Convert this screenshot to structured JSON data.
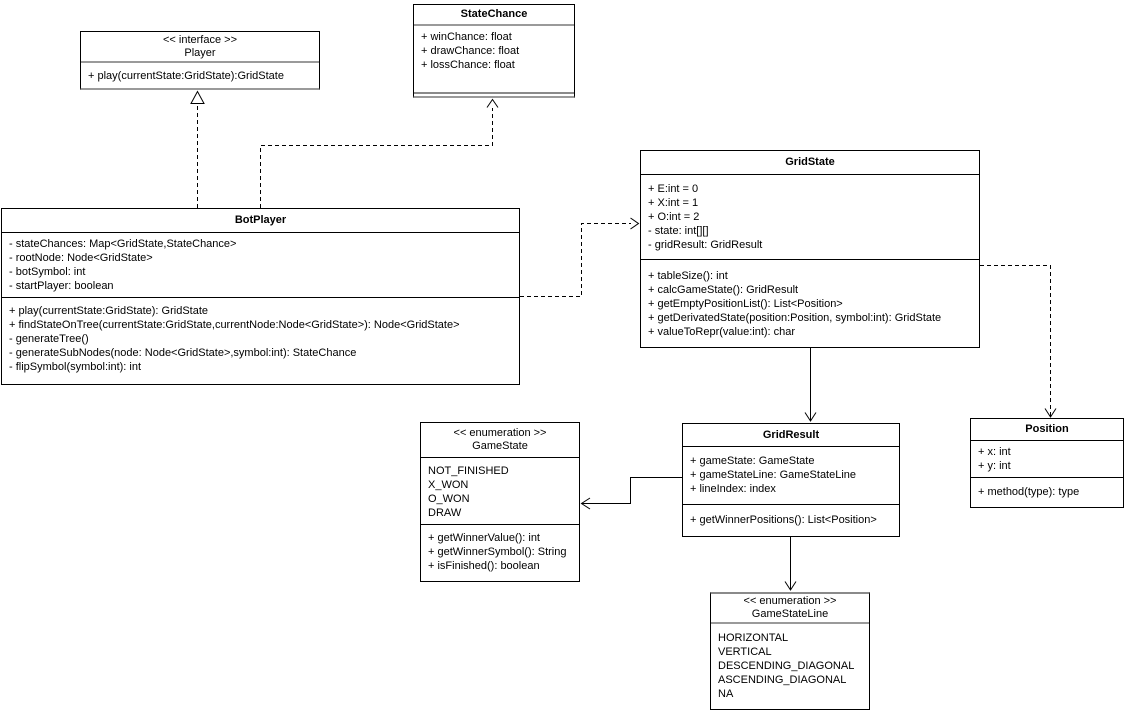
{
  "canvas": {
    "background": "#ffffff",
    "line_color": "#000000",
    "separator_color": "#9a9a9a"
  },
  "classes": {
    "player": {
      "stereotype": "<< interface >>",
      "name": "Player",
      "attributes": [],
      "methods": [
        "+ play(currentState:GridState):GridState"
      ]
    },
    "statechance": {
      "name": "StateChance",
      "attributes": [
        "+ winChance: float",
        "+ drawChance: float",
        "+ lossChance: float"
      ],
      "methods": []
    },
    "botplayer": {
      "name": "BotPlayer",
      "attributes": [
        "- stateChances: Map<GridState,StateChance>",
        "- rootNode: Node<GridState>",
        "- botSymbol: int",
        "- startPlayer: boolean"
      ],
      "methods": [
        "+ play(currentState:GridState): GridState",
        "+ findStateOnTree(currentState:GridState,currentNode:Node<GridState>): Node<GridState>",
        "- generateTree()",
        "- generateSubNodes(node: Node<GridState>,symbol:int): StateChance",
        "- flipSymbol(symbol:int): int"
      ]
    },
    "gridstate": {
      "name": "GridState",
      "attributes": [
        "+ E:int = 0",
        "+ X:int = 1",
        "+ O:int = 2",
        "- state: int[][]",
        "- gridResult: GridResult"
      ],
      "methods": [
        "+ tableSize(): int",
        "+ calcGameState(): GridResult",
        "+ getEmptyPositionList(): List<Position>",
        "+ getDerivatedState(position:Position, symbol:int): GridState",
        "+ valueToRepr(value:int): char"
      ]
    },
    "gamestate": {
      "stereotype": "<< enumeration >>",
      "name": "GameState",
      "values": [
        "NOT_FINISHED",
        "X_WON",
        "O_WON",
        "DRAW"
      ],
      "methods": [
        "+ getWinnerValue(): int",
        "+ getWinnerSymbol(): String",
        "+ isFinished(): boolean"
      ]
    },
    "gridresult": {
      "name": "GridResult",
      "attributes": [
        "+ gameState: GameState",
        "+ gameStateLine: GameStateLine",
        "+ lineIndex: index"
      ],
      "methods": [
        "+ getWinnerPositions(): List<Position>"
      ]
    },
    "position": {
      "name": "Position",
      "attributes": [
        "+ x: int",
        "+ y: int"
      ],
      "methods": [
        "+ method(type): type"
      ]
    },
    "gamestateline": {
      "stereotype": "<< enumeration >>",
      "name": "GameStateLine",
      "values": [
        "HORIZONTAL",
        "VERTICAL",
        "DESCENDING_DIAGONAL",
        "ASCENDING_DIAGONAL",
        "NA"
      ]
    }
  },
  "relationships": [
    {
      "from": "BotPlayer",
      "to": "Player",
      "type": "realization",
      "line": "dashed",
      "arrow": "hollow-triangle"
    },
    {
      "from": "BotPlayer",
      "to": "StateChance",
      "type": "dependency",
      "line": "dashed",
      "arrow": "open"
    },
    {
      "from": "BotPlayer",
      "to": "GridState",
      "type": "dependency",
      "line": "dashed",
      "arrow": "open"
    },
    {
      "from": "GridState",
      "to": "GridResult",
      "type": "association",
      "line": "solid",
      "arrow": "open"
    },
    {
      "from": "GridState",
      "to": "Position",
      "type": "dependency",
      "line": "dashed",
      "arrow": "open"
    },
    {
      "from": "GridResult",
      "to": "GameState",
      "type": "association",
      "line": "solid",
      "arrow": "open"
    },
    {
      "from": "GridResult",
      "to": "GameStateLine",
      "type": "association",
      "line": "solid",
      "arrow": "open"
    }
  ]
}
